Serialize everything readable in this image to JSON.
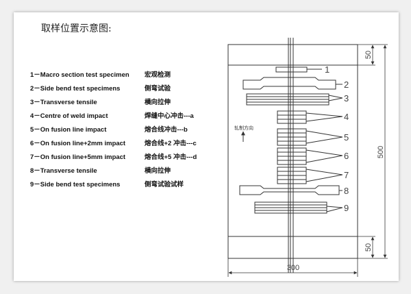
{
  "title": "取样位置示意图:",
  "legend": [
    {
      "en": "1－Macro section test specimen",
      "cn": "宏观检测"
    },
    {
      "en": "2－Side bend test specimens",
      "cn": "侧弯试验"
    },
    {
      "en": "3－Transverse tensile",
      "cn": "横向拉伸"
    },
    {
      "en": "4－Centre of weld impact",
      "cn": "焊缝中心冲击---a"
    },
    {
      "en": "5－On fusion line impact",
      "cn": "熔合线冲击---b"
    },
    {
      "en": "6－On fusion line+2mm impact",
      "cn": "熔合线+2 冲击---c"
    },
    {
      "en": "7－On fusion line+5mm impact",
      "cn": "熔合线+5 冲击---d"
    },
    {
      "en": "8－Transverse tensile",
      "cn": "横向拉伸"
    },
    {
      "en": "9－Side bend test specimens",
      "cn": "侧弯试验试样"
    }
  ],
  "diagram": {
    "labels": [
      "1",
      "2",
      "3",
      "4",
      "5",
      "6",
      "7",
      "8",
      "9"
    ],
    "rolling_direction": "轧制方向",
    "dim_top": "50",
    "dim_height": "500",
    "dim_bottom": "50",
    "dim_width": "300"
  }
}
